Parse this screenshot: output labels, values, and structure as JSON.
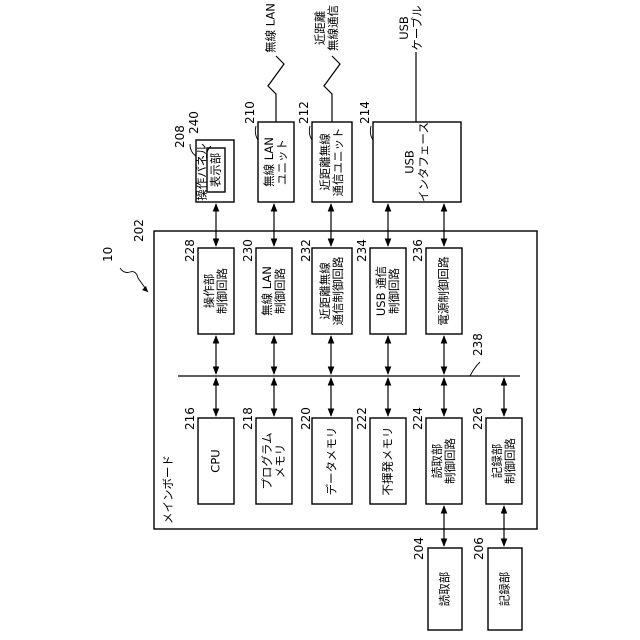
{
  "figure_number": "10",
  "main_board": {
    "ref": "202",
    "label": "メインボード"
  },
  "external_top": [
    {
      "ref": "208",
      "label": "操作パネル",
      "inner_ref": "240",
      "inner_label": "表示部"
    },
    {
      "ref": "210",
      "label": "無線 LAN\nユニット"
    },
    {
      "ref": "212",
      "label": "近距離無線\n通信ユニット"
    },
    {
      "ref": "214",
      "label": "USB\nインタフェース"
    }
  ],
  "external_signals": [
    {
      "label": "無線 LAN"
    },
    {
      "label": "近距離\n無線通信"
    },
    {
      "label": "USB\nケーブル"
    }
  ],
  "controllers": [
    {
      "ref": "228",
      "label": "操作部\n制御回路"
    },
    {
      "ref": "230",
      "label": "無線 LAN\n制御回路"
    },
    {
      "ref": "232",
      "label": "近距離無線\n通信制御回路"
    },
    {
      "ref": "234",
      "label": "USB 通信\n制御回路"
    },
    {
      "ref": "236",
      "label": "電源制御回路"
    }
  ],
  "bus": {
    "ref": "238"
  },
  "modules": [
    {
      "ref": "216",
      "label": "CPU"
    },
    {
      "ref": "218",
      "label": "プログラム\nメモリ"
    },
    {
      "ref": "220",
      "label": "データメモリ"
    },
    {
      "ref": "222",
      "label": "不揮発メモリ"
    },
    {
      "ref": "224",
      "label": "読取部\n制御回路"
    },
    {
      "ref": "226",
      "label": "記録部\n制御回路"
    }
  ],
  "external_bottom": [
    {
      "ref": "204",
      "label": "読取部"
    },
    {
      "ref": "206",
      "label": "記録部"
    }
  ]
}
